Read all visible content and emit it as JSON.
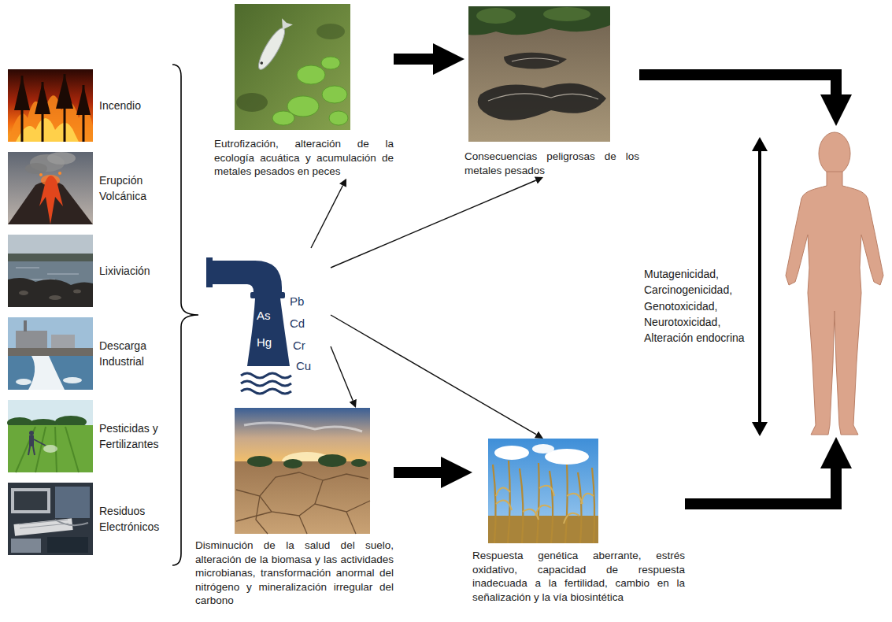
{
  "diagram": {
    "nodes": [
      {
        "text": [
          "Incendio"
        ]
      },
      {
        "text": [
          "Erupción Volcánica"
        ]
      },
      {
        "text": [
          "Lixiviación"
        ]
      },
      {
        "text": [
          "Descarga Industrial"
        ]
      },
      {
        "text": [
          "Pesticidas y Fertilizantes"
        ]
      },
      {
        "text": [
          "Residuos Electrónicos"
        ]
      },
      {
        "text": [
          "Pb",
          "Cd",
          "As",
          "Hg",
          "Cr",
          "Cu"
        ]
      },
      {
        "text": [
          "Eutrofización, alteración de la ecología acuática y acumulación de metales pesados en peces"
        ]
      },
      {
        "text": [
          "Consecuencias peligrosas de los metales pesados"
        ]
      },
      {
        "text": [
          "Disminución de la salud del suelo, alteración de la biomasa y las actividades microbianas, transformación anormal del nitrógeno y mineralización irregular del carbono"
        ]
      },
      {
        "text": [
          "Respuesta genética aberrante, estrés oxidativo, capacidad de respuesta inadecuada a la fertilidad, cambio en la señalización y la vía biosintética"
        ]
      },
      {
        "text": [
          "Mutagenicidad, Carcinogenicidad, Genotoxicidad, Neurotoxicidad, Alteración endocrina"
        ]
      }
    ],
    "edges": [
      {
        "from": 6,
        "to": 7,
        "arrow": "to"
      },
      {
        "from": 6,
        "to": 8,
        "arrow": "to"
      },
      {
        "from": 6,
        "to": 9,
        "arrow": "to"
      },
      {
        "from": 6,
        "to": 10,
        "arrow": "to"
      },
      {
        "from": 7,
        "to": 8,
        "arrow": "to"
      },
      {
        "from": 9,
        "to": 10,
        "arrow": "to"
      },
      {
        "from": 8,
        "to": 11,
        "arrow": "to"
      },
      {
        "from": 10,
        "to": 11,
        "arrow": "to"
      }
    ]
  }
}
